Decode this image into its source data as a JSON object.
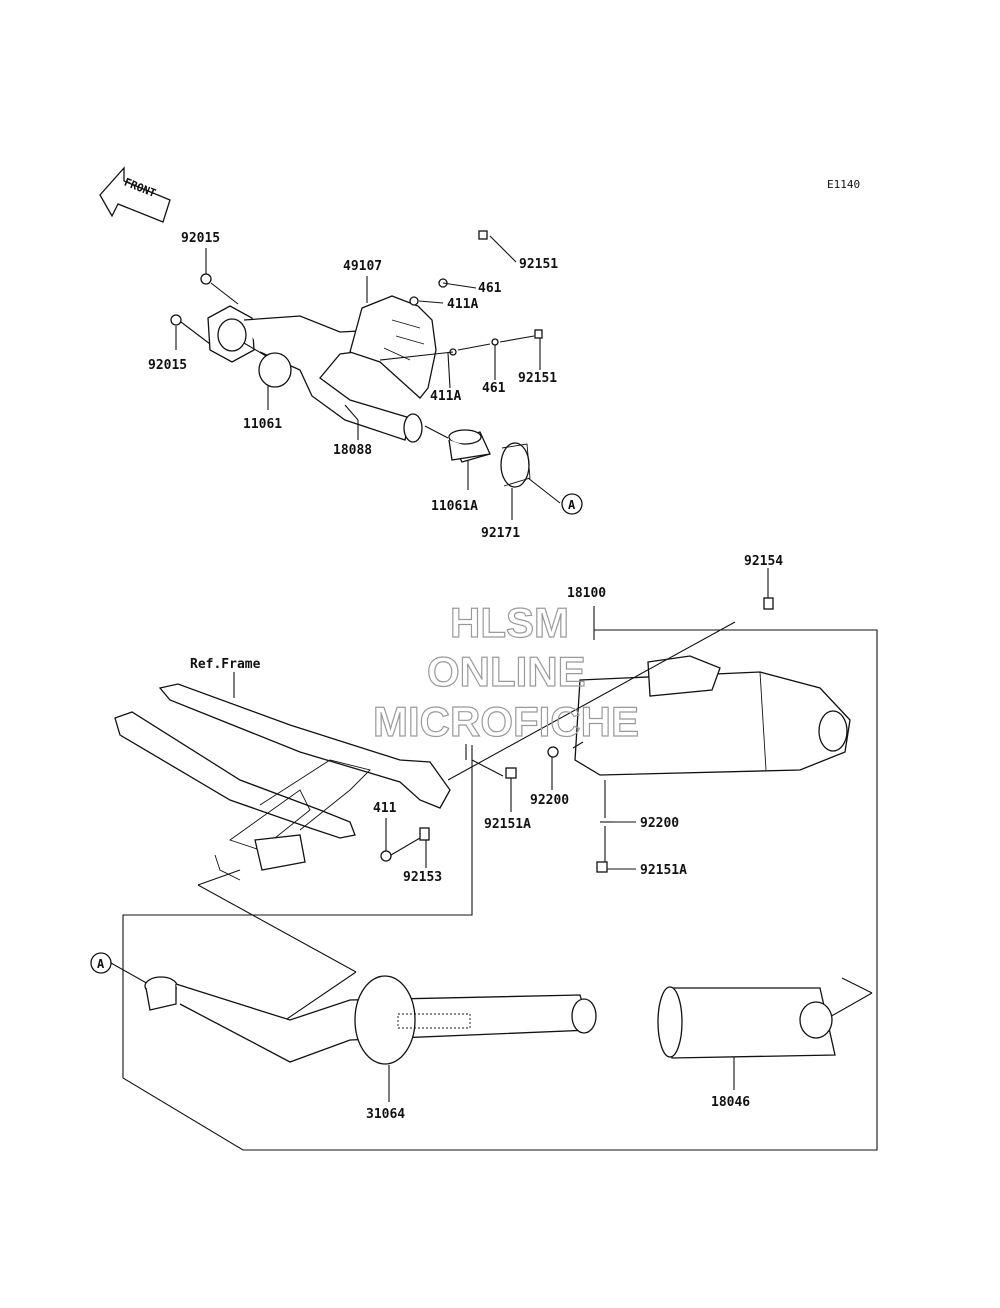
{
  "diagram": {
    "code": "E1140",
    "front_label": "FRONT",
    "callout": "A",
    "frame_ref": "Ref.Frame",
    "watermark": [
      "HLSM",
      "ONLINE",
      "MICROFICHE"
    ],
    "parts": [
      {
        "id": "p92015a",
        "label": "92015"
      },
      {
        "id": "p92015b",
        "label": "92015"
      },
      {
        "id": "p11061",
        "label": "11061"
      },
      {
        "id": "p18088",
        "label": "18088"
      },
      {
        "id": "p49107",
        "label": "49107"
      },
      {
        "id": "p92151a",
        "label": "92151"
      },
      {
        "id": "p461a",
        "label": "461"
      },
      {
        "id": "p411Aa",
        "label": "411A"
      },
      {
        "id": "p411Ab",
        "label": "411A"
      },
      {
        "id": "p461b",
        "label": "461"
      },
      {
        "id": "p92151b",
        "label": "92151"
      },
      {
        "id": "p11061A",
        "label": "11061A"
      },
      {
        "id": "p92171",
        "label": "92171"
      },
      {
        "id": "p92154",
        "label": "92154"
      },
      {
        "id": "p18100",
        "label": "18100"
      },
      {
        "id": "p92200a",
        "label": "92200"
      },
      {
        "id": "p92151Aa",
        "label": "92151A"
      },
      {
        "id": "p92200b",
        "label": "92200"
      },
      {
        "id": "p92151Ab",
        "label": "92151A"
      },
      {
        "id": "p411",
        "label": "411"
      },
      {
        "id": "p92153",
        "label": "92153"
      },
      {
        "id": "p31064",
        "label": "31064"
      },
      {
        "id": "p18046",
        "label": "18046"
      }
    ]
  }
}
